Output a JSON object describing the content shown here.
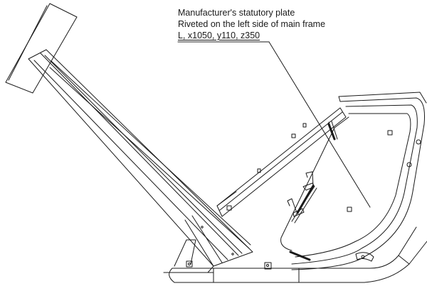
{
  "callout": {
    "line1": "Manufacturer's statutory plate",
    "line2": "Riveted on the left side of main frame",
    "line3": "L, x1050, y110, z350"
  },
  "colors": {
    "ink": "#1a1a1a",
    "background": "#ffffff"
  }
}
